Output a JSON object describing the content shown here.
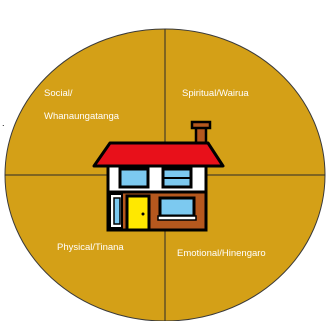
{
  "quadrants": {
    "social_line1": "Social/",
    "social_line2": "Whanaungatanga",
    "spiritual": "Spiritual/Wairua",
    "physical": "Physical/Tinana",
    "emotional": "Emotional/Hinengaro"
  },
  "stray_mark": ".",
  "colors": {
    "circle_fill": "#D4A017",
    "divider": "#2a2a2a",
    "text": "#ffffff",
    "roof": "#E8101A",
    "upper_wall": "#ffffff",
    "lower_wall": "#B5581E",
    "door": "#FFE800",
    "window": "#7CC9F0",
    "outline": "#000000"
  },
  "icons": [
    "house-icon"
  ]
}
